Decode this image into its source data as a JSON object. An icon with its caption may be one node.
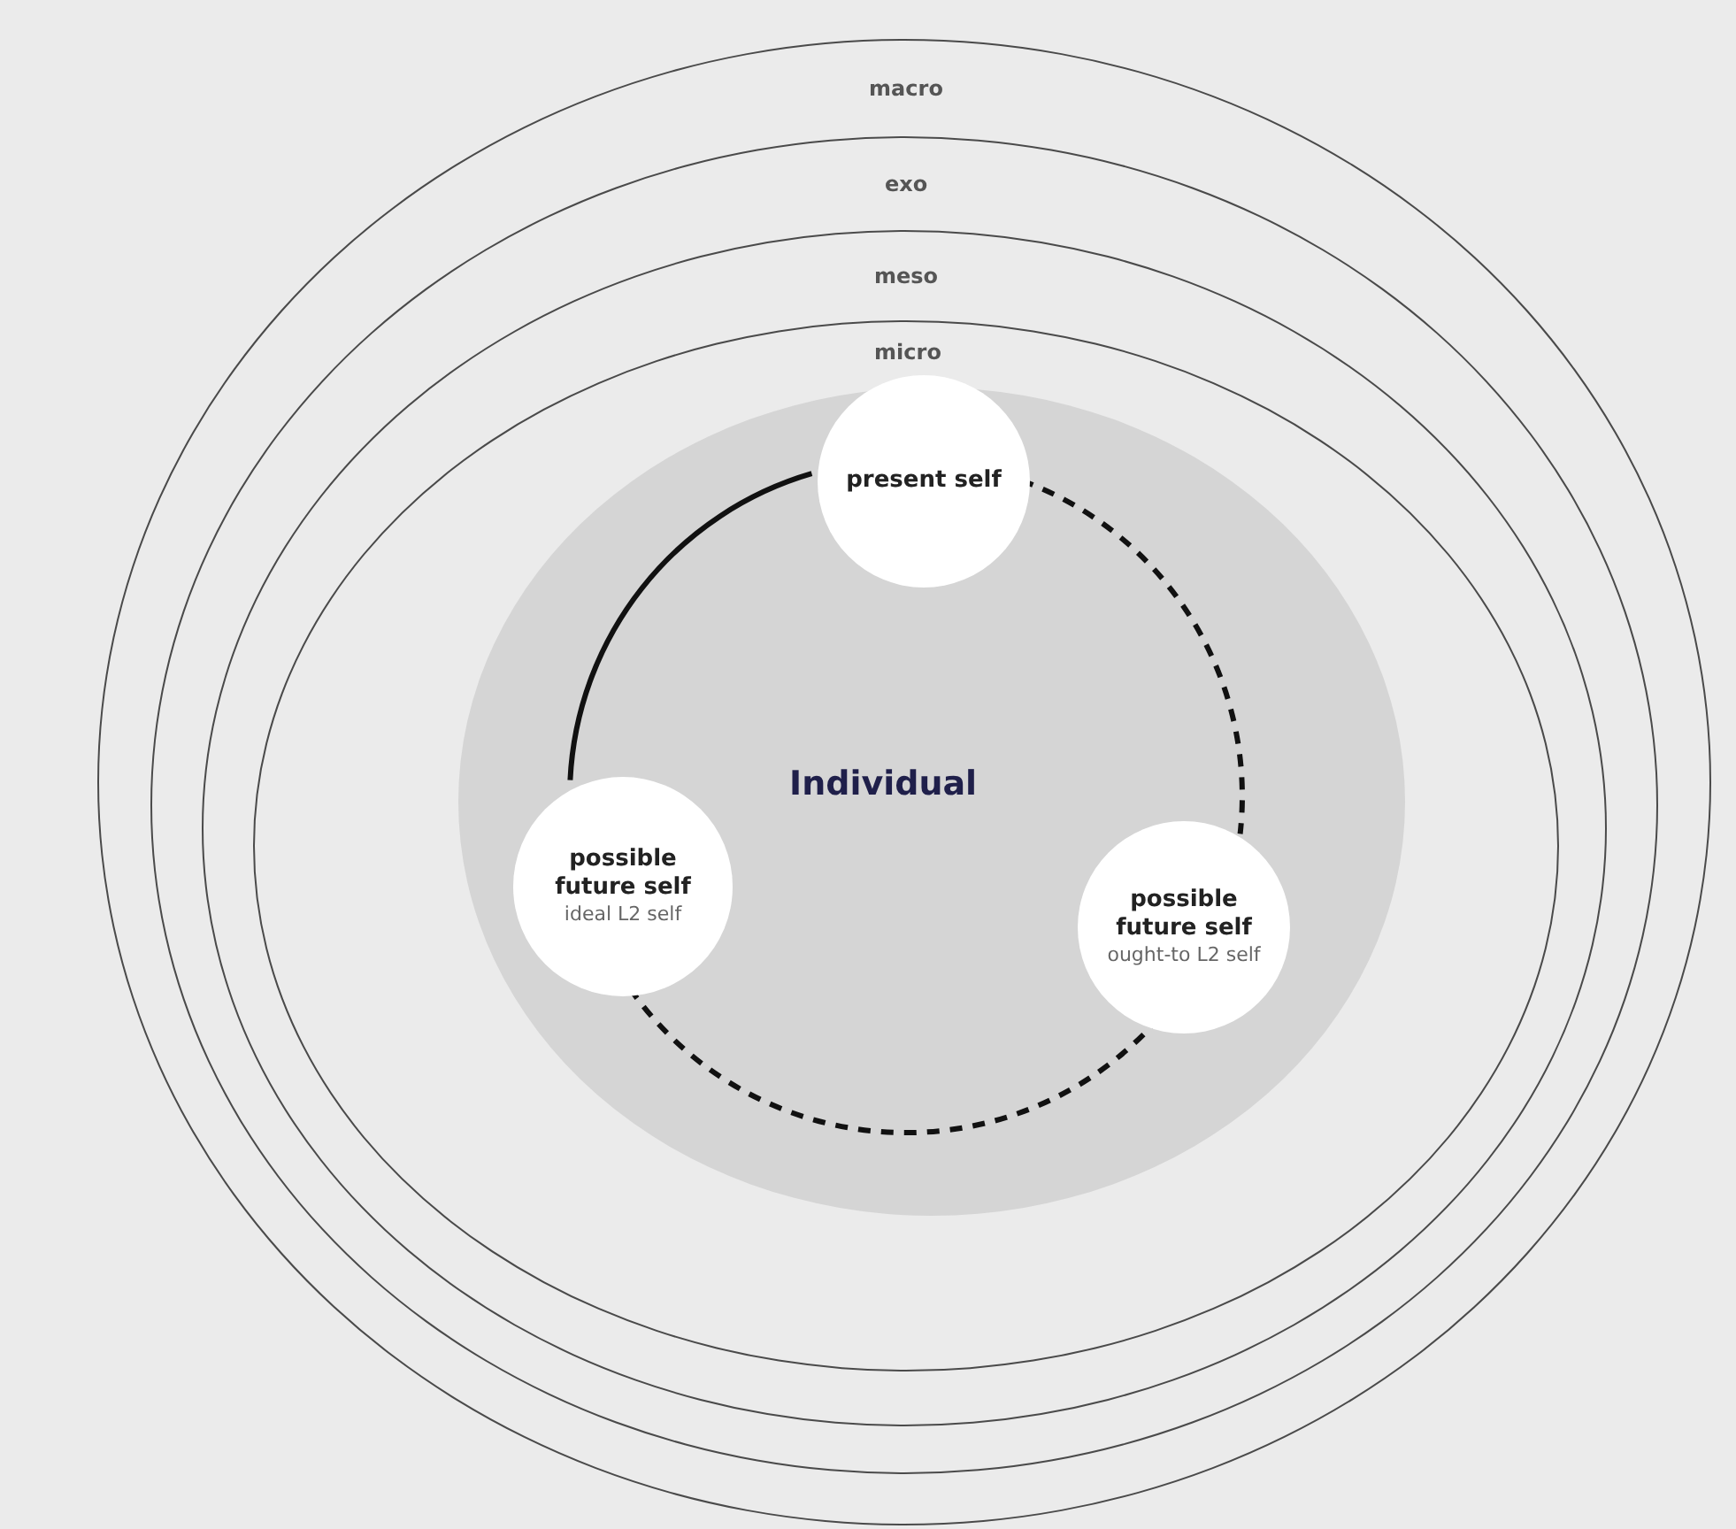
{
  "diagram": {
    "nodes": [
      {
        "text": [
          "macro"
        ]
      },
      {
        "text": [
          "exo"
        ],
        "in": 0
      },
      {
        "text": [
          "meso"
        ],
        "in": 1
      },
      {
        "text": [
          "micro"
        ],
        "in": 2
      },
      {
        "text": [
          "Individual"
        ],
        "in": 3
      },
      {
        "text": [
          "present self"
        ],
        "in": 4
      },
      {
        "text": [
          "possible future self",
          "ideal L2 self"
        ],
        "in": 4
      },
      {
        "text": [
          "possible future self",
          "ought-to L2 self"
        ],
        "in": 4
      }
    ],
    "edges": [
      {
        "from": 5,
        "to": 6,
        "arrow": "none"
      },
      {
        "from": 5,
        "to": 7,
        "arrow": "none",
        "style": "dashed"
      },
      {
        "from": 6,
        "to": 7,
        "arrow": "none",
        "style": "dashed"
      }
    ]
  }
}
